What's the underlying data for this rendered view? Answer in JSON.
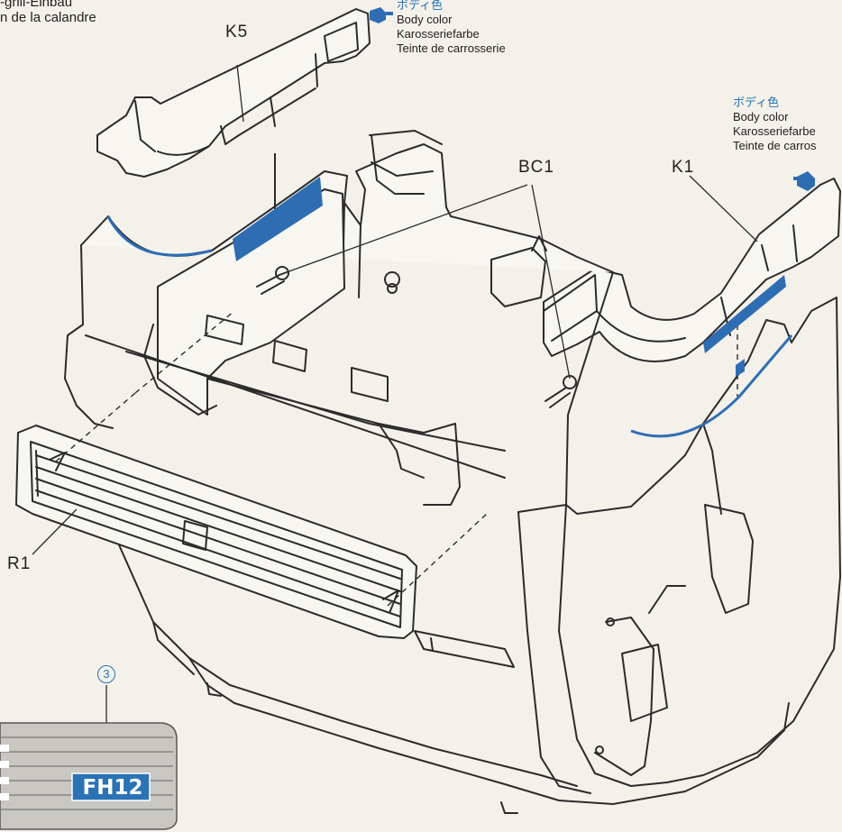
{
  "header": {
    "line1": "-grill-Einbau",
    "line2": "n de la calandre"
  },
  "parts": {
    "k5": "K5",
    "k1": "K1",
    "bc1": "BC1",
    "r1": "R1"
  },
  "paint_notes": {
    "note_top": {
      "jp": "ボディ色",
      "en": "Body color",
      "de": "Karosseriefarbe",
      "fr": "Teinte de carrosserie"
    },
    "note_right": {
      "jp": "ボディ色",
      "en": "Body color",
      "de": "Karosseriefarbe",
      "fr": "Teinte de carros"
    }
  },
  "callout": {
    "number": "3"
  },
  "badge": {
    "text": "FH12"
  },
  "colors": {
    "accent_blue": "#2a73b5",
    "paint_stripe": "#2f6db3",
    "line": "#2b2b2b",
    "paper": "#f3f1ea"
  }
}
